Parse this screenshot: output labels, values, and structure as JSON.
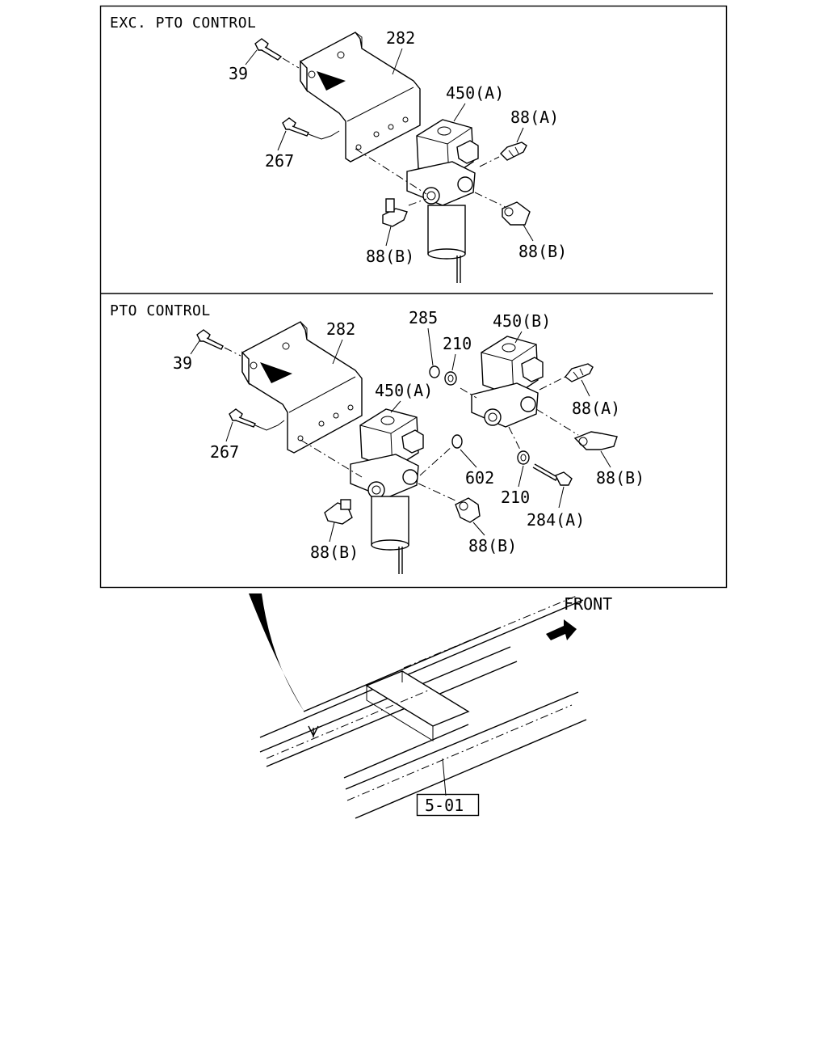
{
  "sections": {
    "top_title": "EXC. PTO CONTROL",
    "bottom_title": "PTO CONTROL"
  },
  "labels_top": {
    "p282": "282",
    "p39": "39",
    "p267": "267",
    "p450a": "450(A)",
    "p88a": "88(A)",
    "p88b_left": "88(B)",
    "p88b_right": "88(B)"
  },
  "labels_bottom": {
    "p285": "285",
    "p450b": "450(B)",
    "p282": "282",
    "p210_top": "210",
    "p39": "39",
    "p450a": "450(A)",
    "p88a": "88(A)",
    "p267": "267",
    "p602": "602",
    "p88b_right": "88(B)",
    "p210_bottom": "210",
    "p284a": "284(A)",
    "p88b_left": "88(B)",
    "p88b_mid": "88(B)"
  },
  "frame": {
    "front_label": "FRONT",
    "ref_box": "5-01"
  }
}
